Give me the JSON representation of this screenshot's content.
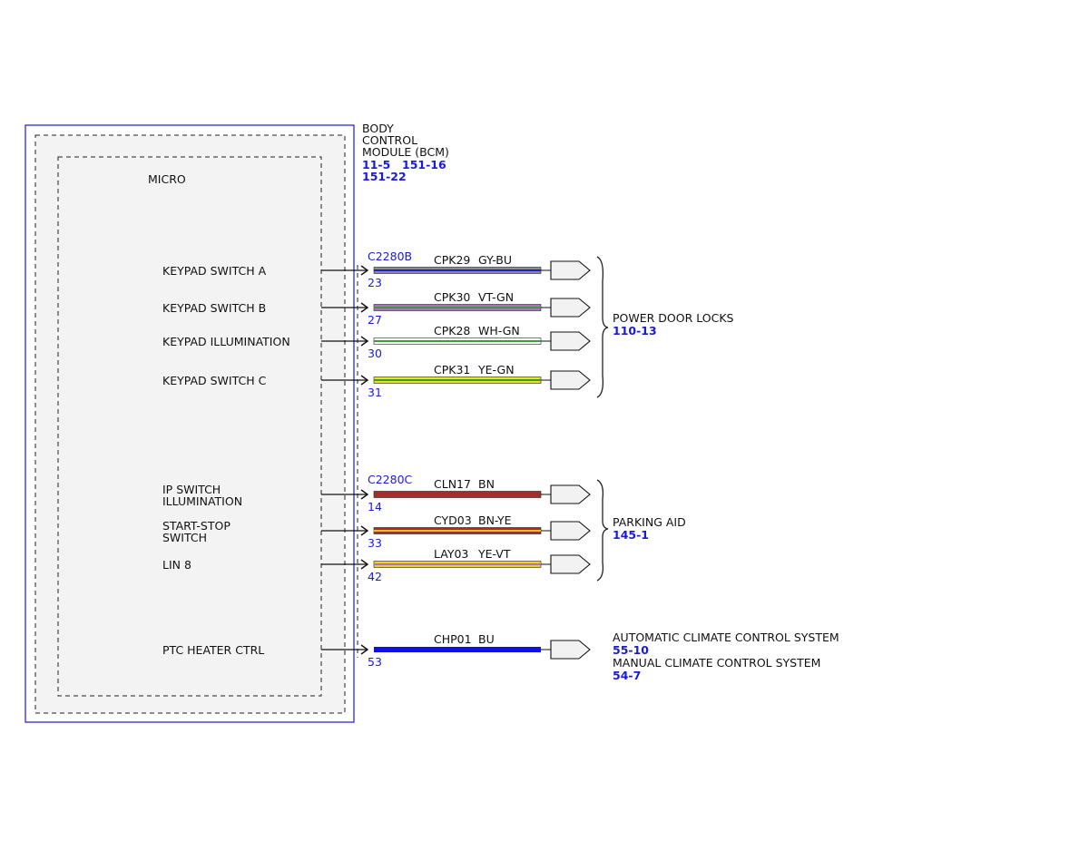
{
  "module": {
    "name_lines": [
      "BODY",
      "CONTROL",
      "MODULE (BCM)"
    ],
    "refs": [
      "11-5",
      "151-16",
      "151-22"
    ],
    "inner_label": "MICRO",
    "border_color": "#2a2ad8"
  },
  "groups": [
    {
      "connector": "C2280B",
      "destination": "POWER DOOR LOCKS",
      "destination_ref": "110-13",
      "circuits": [
        {
          "pin_label_lines": [
            "KEYPAD SWITCH A"
          ],
          "pin": "23",
          "circuit": "CPK29",
          "color_code": "GY-BU",
          "wire_colors": [
            "#8c8c8c",
            "#2020c8"
          ]
        },
        {
          "pin_label_lines": [
            "KEYPAD SWITCH B"
          ],
          "pin": "27",
          "circuit": "CPK30",
          "color_code": "VT-GN",
          "wire_colors": [
            "#b070c0",
            "#3c9a3c"
          ]
        },
        {
          "pin_label_lines": [
            "KEYPAD ILLUMINATION"
          ],
          "pin": "30",
          "circuit": "CPK28",
          "color_code": "WH-GN",
          "wire_colors": [
            "#ffffff",
            "#3c9a3c"
          ]
        },
        {
          "pin_label_lines": [
            "KEYPAD SWITCH C"
          ],
          "pin": "31",
          "circuit": "CPK31",
          "color_code": "YE-GN",
          "wire_colors": [
            "#e8e020",
            "#3c9a3c"
          ]
        }
      ]
    },
    {
      "connector": "C2280C",
      "destination": "PARKING AID",
      "destination_ref": "145-1",
      "circuits": [
        {
          "pin_label_lines": [
            "IP SWITCH",
            "ILLUMINATION"
          ],
          "pin": "14",
          "circuit": "CLN17",
          "color_code": "BN",
          "wire_colors": [
            "#a0302a"
          ]
        },
        {
          "pin_label_lines": [
            "START-STOP",
            "SWITCH"
          ],
          "pin": "33",
          "circuit": "CYD03",
          "color_code": "BN-YE",
          "wire_colors": [
            "#a0302a",
            "#e8c020"
          ]
        },
        {
          "pin_label_lines": [
            "LIN 8"
          ],
          "pin": "42",
          "circuit": "LAY03",
          "color_code": "YE-VT",
          "wire_colors": [
            "#f0d020",
            "#b070c0"
          ]
        }
      ]
    },
    {
      "connector": "",
      "destinations": [
        {
          "name": "AUTOMATIC CLIMATE CONTROL SYSTEM",
          "ref": "55-10"
        },
        {
          "name": "MANUAL CLIMATE CONTROL SYSTEM",
          "ref": "54-7"
        }
      ],
      "circuits": [
        {
          "pin_label_lines": [
            "PTC HEATER CTRL"
          ],
          "pin": "53",
          "circuit": "CHP01",
          "color_code": "BU",
          "wire_colors": [
            "#1010e0"
          ]
        }
      ]
    }
  ]
}
